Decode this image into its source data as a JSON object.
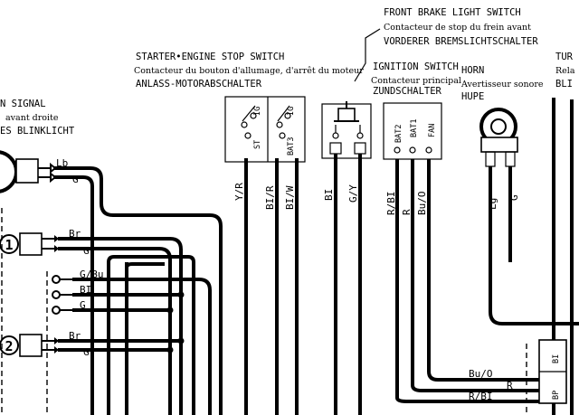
{
  "components": {
    "turn_signal": {
      "title": "N SIGNAL",
      "sub_fr": "avant droite",
      "sub_de": "ES BLINKLICHT"
    },
    "starter_switch": {
      "title": "STARTER•ENGINE STOP SWITCH",
      "sub_fr": "Contacteur du bouton d'allumage, d'arrêt du moteur",
      "sub_de": "ANLASS-MOTORABSCHALTER",
      "terminals": [
        "IG",
        "IG",
        "ST",
        "BAT3"
      ]
    },
    "front_brake_switch": {
      "title": "FRONT BRAKE LIGHT SWITCH",
      "sub_fr": "Contacteur de stop du frein avant",
      "sub_de": "VORDERER BREMSLICHTSCHALTER"
    },
    "ignition_switch": {
      "title": "IGNITION SWITCH",
      "sub_fr": "Contacteur principal",
      "sub_de": "ZUNDSCHALTER",
      "terminals": [
        "BAT2",
        "BAT1",
        "FAN"
      ]
    },
    "horn": {
      "title": "HORN",
      "sub_fr": "Avertisseur sonore",
      "sub_de": "HUPE"
    },
    "right_edge": {
      "title": "TUR",
      "sub_fr": "Rela",
      "sub_de": "BLI"
    }
  },
  "connectors": {
    "c1": "1",
    "c2": "2",
    "block_terminals": [
      "BI",
      "BP"
    ]
  },
  "wire_labels": {
    "left_lb": "Lb",
    "left_g": "G",
    "c1_br": "Br",
    "c1_g": "G",
    "p1": "G/Bu",
    "p2": "BI",
    "p3": "G",
    "c2_br": "Br",
    "c2_g": "G",
    "yr": "Y/R",
    "br": "BI/R",
    "bw": "BI/W",
    "bl": "BI",
    "gy": "G/Y",
    "rbl": "R/BI",
    "r": "R",
    "buo": "Bu/O",
    "lg": "Lg",
    "hg": "G",
    "bot_buo": "Bu/O",
    "bot_r": "R",
    "bot_rbl": "R/BI"
  }
}
